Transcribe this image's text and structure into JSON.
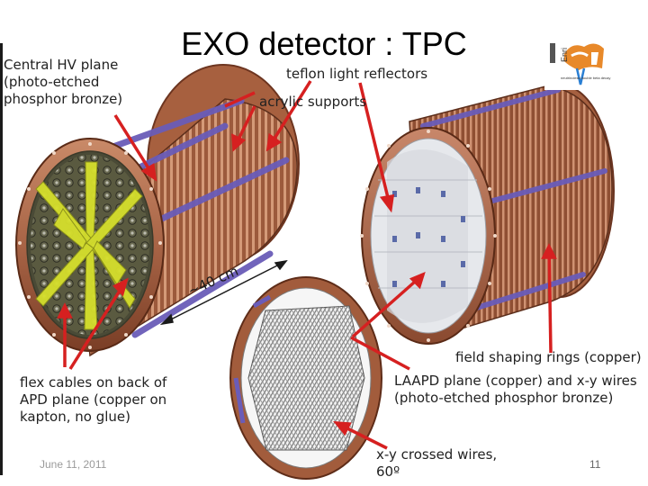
{
  "slide": {
    "title": "EXO detector : TPC",
    "labels": {
      "central_hv": "Central HV plane\n(photo-etched\nphosphor bronze)",
      "teflon": "teflon light reflectors",
      "acrylic": "acrylic supports",
      "dimension": "~40 cm",
      "flex_cables": "flex cables on back of\nAPD plane (copper on\nkapton, no glue)",
      "field_rings": "field shaping rings (copper)",
      "laapd": "LAAPD plane (copper) and x-y wires\n(photo-etched phosphor bronze)",
      "xy_wires": "x-y crossed wires,\n60º"
    },
    "footer": {
      "date": "June 11, 2011",
      "page": "11"
    },
    "logo_text": "Enri",
    "logo_caption": "neutrinoless double beta decay",
    "colors": {
      "copper": "#b87050",
      "copper_dark": "#7a3e26",
      "acrylic": "#7b6fc0",
      "apd_yellow": "#d8e030",
      "teflon": "#e8eaee",
      "arrow": "#d32020",
      "logo_orange": "#e8892a"
    }
  }
}
